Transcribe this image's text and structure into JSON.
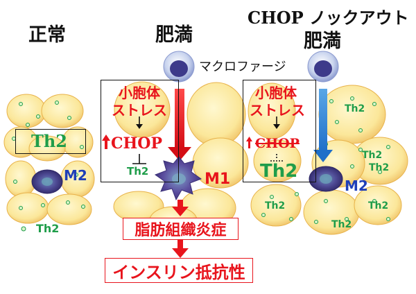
{
  "headers": {
    "normal": "正常",
    "obese": "肥満",
    "chop_ko_line1": "CHOP ノックアウト",
    "chop_ko_line2": "肥満"
  },
  "macrophage_label": "マクロファージ",
  "obese_box": {
    "line1": "小胞体",
    "line2": "ストレス",
    "chop": "CHOP",
    "th2": "Th2"
  },
  "ko_box": {
    "line1": "小胞体",
    "line2": "ストレス",
    "chop": "CHOP",
    "th2": "Th2"
  },
  "normal_panel": {
    "th2_box": "Th2",
    "m2": "M2",
    "legend": "Th2"
  },
  "m1_label": "M1",
  "ko_m2_label": "M2",
  "ko_th2_labels": [
    "Th2",
    "Th2",
    "Th2",
    "Th2",
    "Th2",
    "Th2"
  ],
  "outcomes": {
    "inflammation": "脂肪組織炎症",
    "insulin_resistance": "インスリン抵抗性"
  },
  "colors": {
    "red": "#e8141c",
    "green": "#1f9d4a",
    "blue": "#1f3fb8",
    "cell_fill": "#fbeea2",
    "cell_edge": "#e8b24a",
    "macrophage": "#5b4d9e"
  }
}
